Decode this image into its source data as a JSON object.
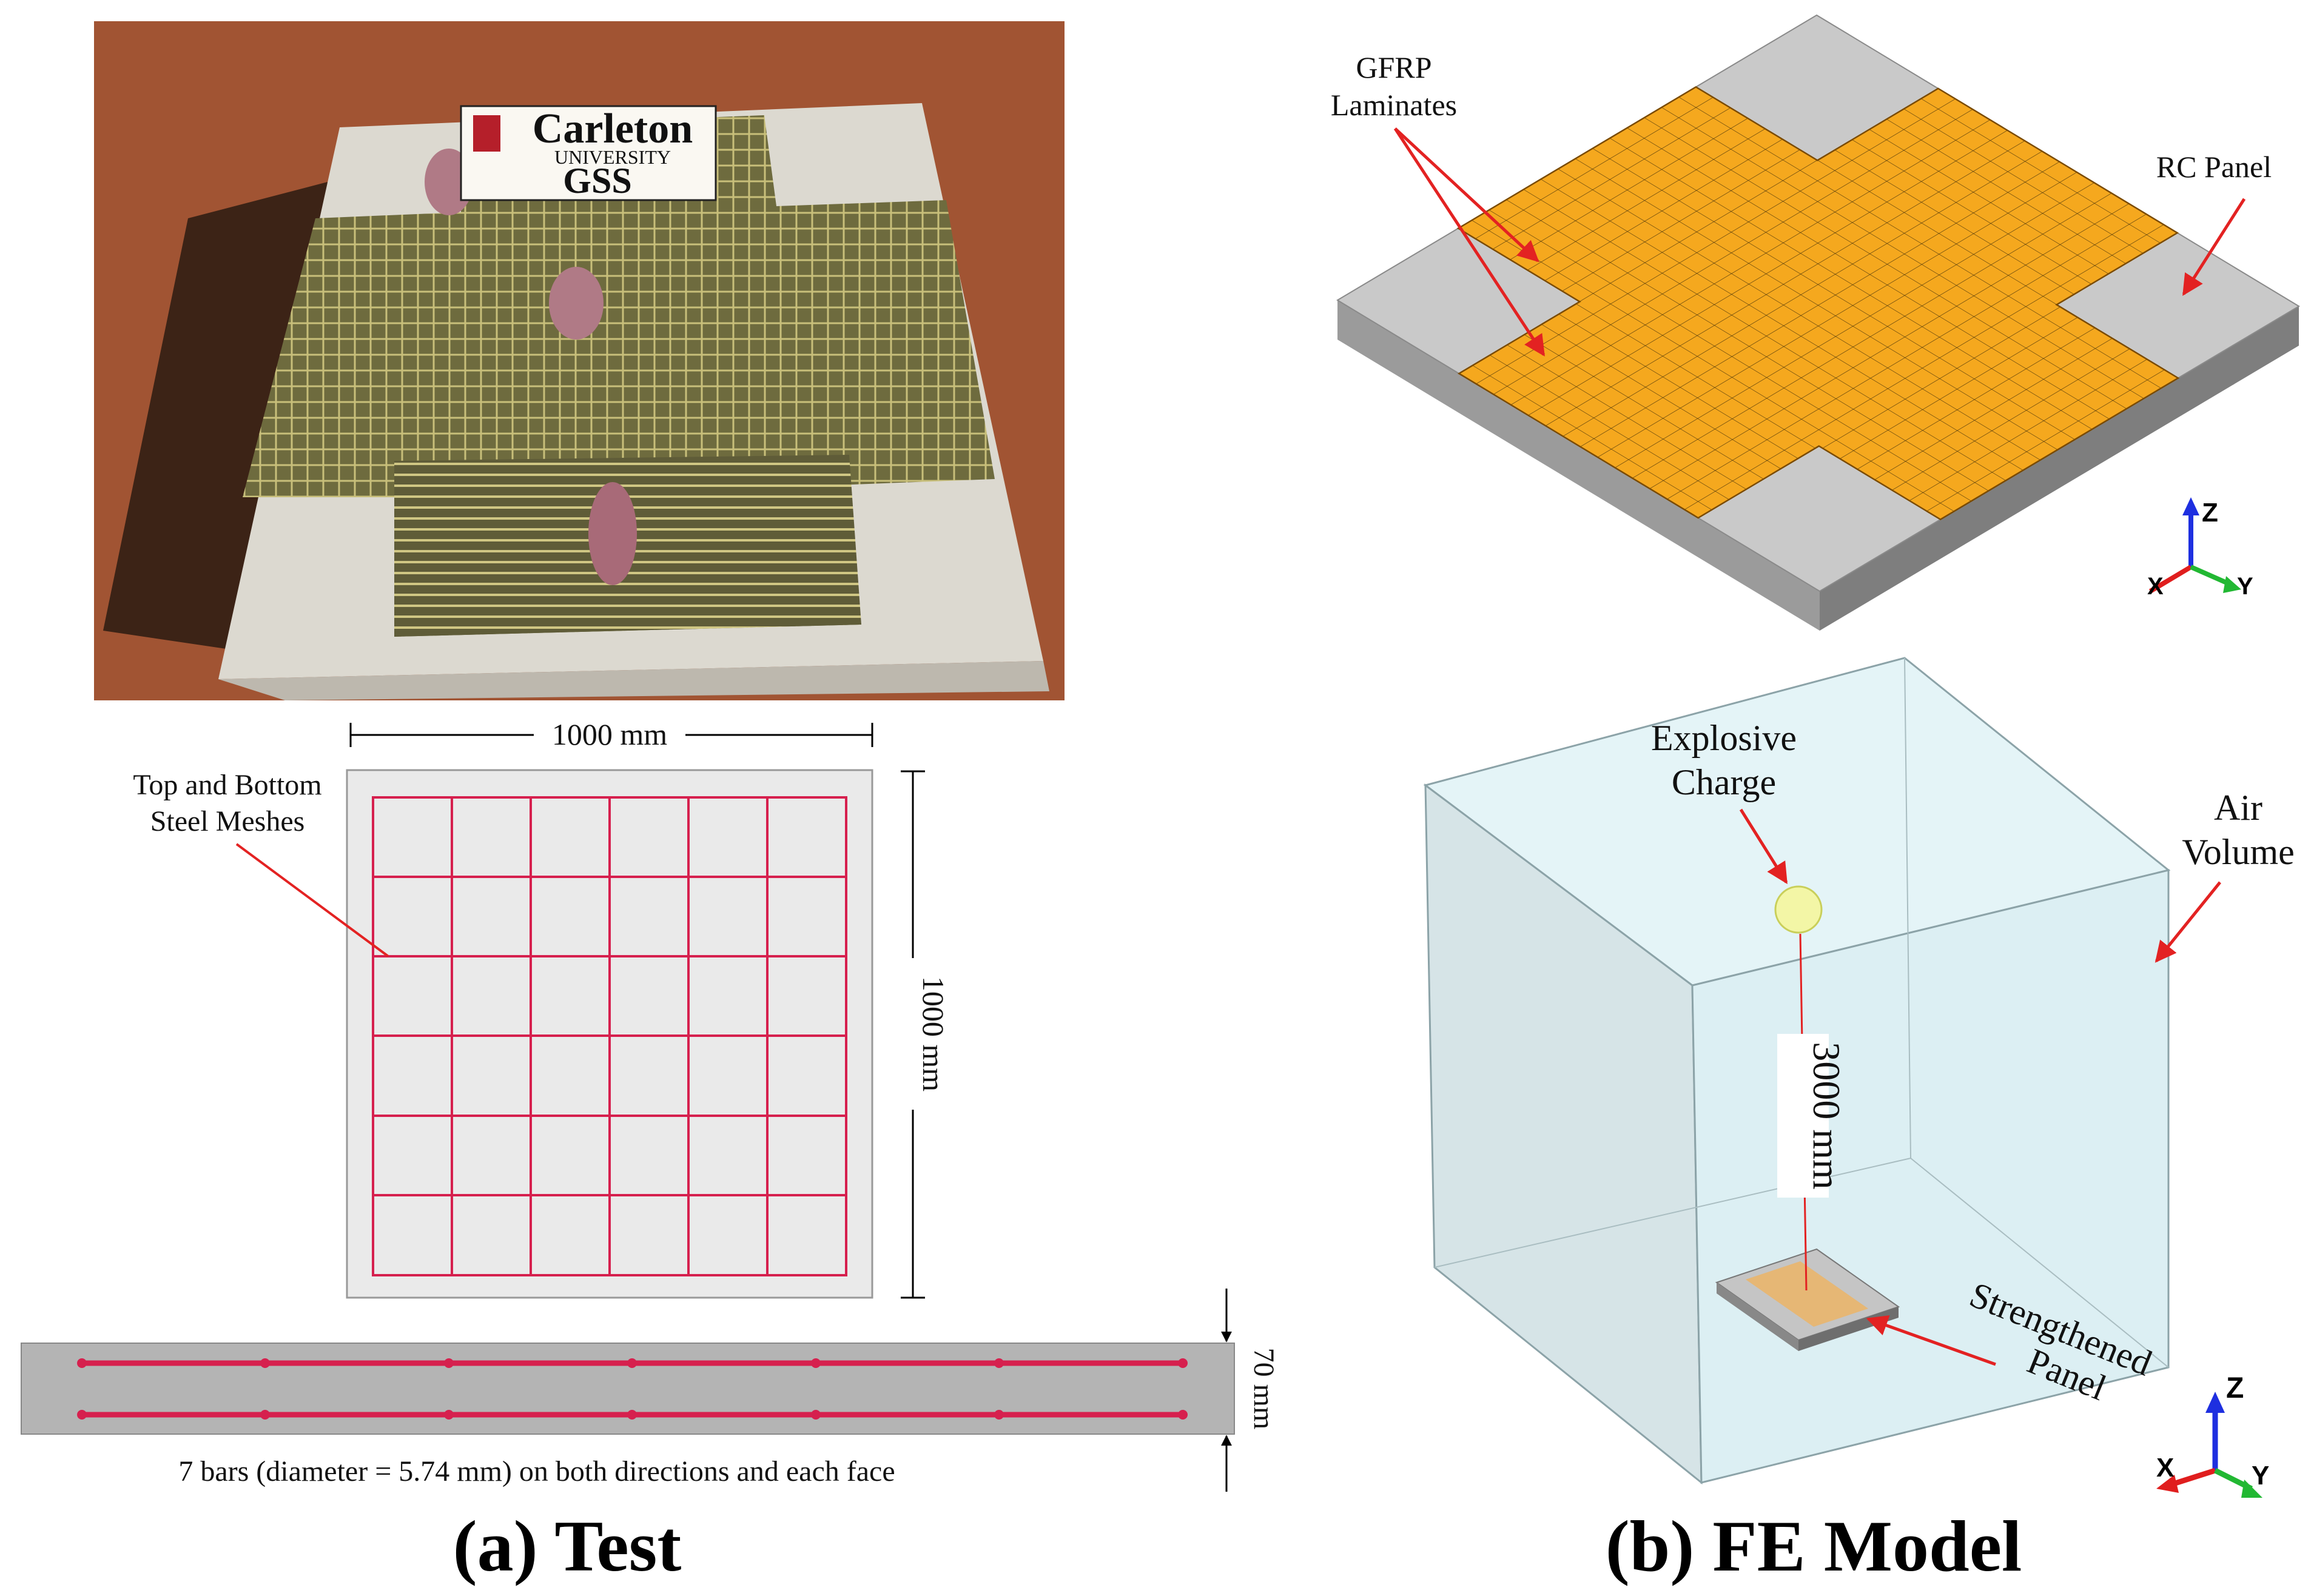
{
  "photo": {
    "sign_line1": "Carleton",
    "sign_line2": "UNIVERSITY",
    "sign_line3": "GSS"
  },
  "left": {
    "width_dim": "1000 mm",
    "height_dim": "1000 mm",
    "mesh_label_line1": "Top and Bottom",
    "mesh_label_line2": "Steel Meshes",
    "thickness_dim": "70 mm",
    "bars_note": "7 bars (diameter = 5.74 mm) on both directions and each face",
    "caption": "(a) Test"
  },
  "right_top": {
    "gfrp_line1": "GFRP",
    "gfrp_line2": "Laminates",
    "rc_panel": "RC Panel",
    "axes": {
      "z": "Z",
      "x": "X",
      "y": "Y"
    }
  },
  "right_bottom": {
    "explosive_line1": "Explosive",
    "explosive_line2": "Charge",
    "air_line1": "Air",
    "air_line2": "Volume",
    "distance": "3000 mm",
    "strengthened_line1": "Strengthened",
    "strengthened_line2": "Panel",
    "axes": {
      "z": "Z",
      "x": "X",
      "y": "Y"
    },
    "caption": "(b) FE Model"
  },
  "colors": {
    "gfrp": "#F5A81E",
    "panel_top": "#C9C9C9",
    "panel_side": "#A8A8A8",
    "mesh": "#D6204E",
    "arrow": "#E32222",
    "air": "#DCEFF3"
  }
}
